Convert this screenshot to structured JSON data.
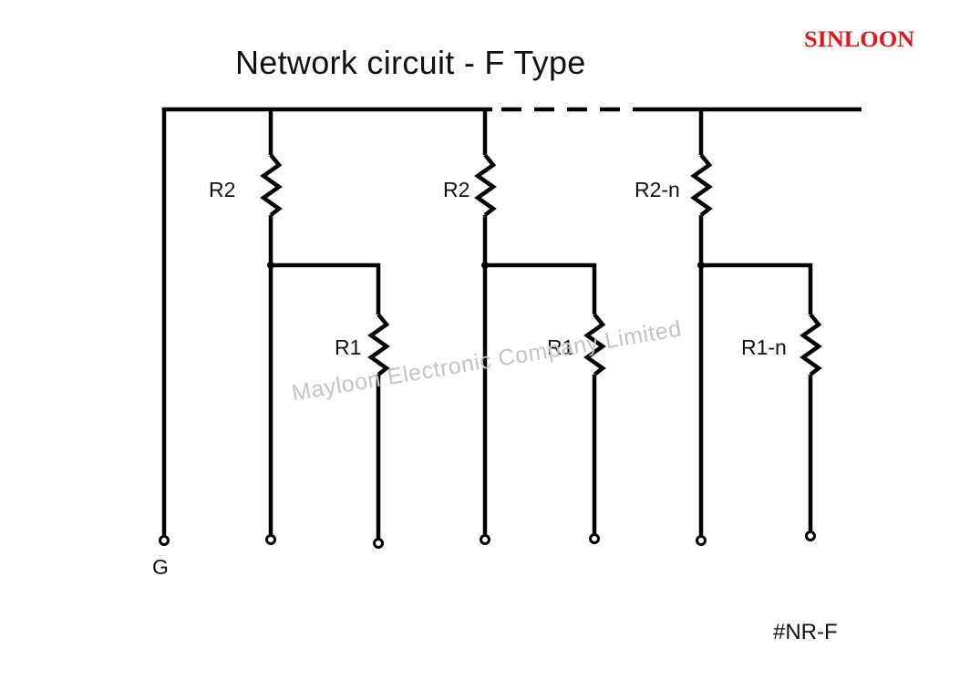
{
  "title": "Network circuit - F Type",
  "logo_text": "SINLOON",
  "diagram_code": "#NR-F",
  "watermark": "Mayloon Electronic Company Limited",
  "ground_label": "G",
  "stages": [
    {
      "r2_label": "R2",
      "r1_label": "R1"
    },
    {
      "r2_label": "R2",
      "r1_label": "R1"
    },
    {
      "r2_label": "R2-n",
      "r1_label": "R1-n"
    }
  ],
  "colors": {
    "logo": "#e3171b",
    "ink": "#000000",
    "watermark": "#c4c4c4",
    "background": "#ffffff"
  }
}
